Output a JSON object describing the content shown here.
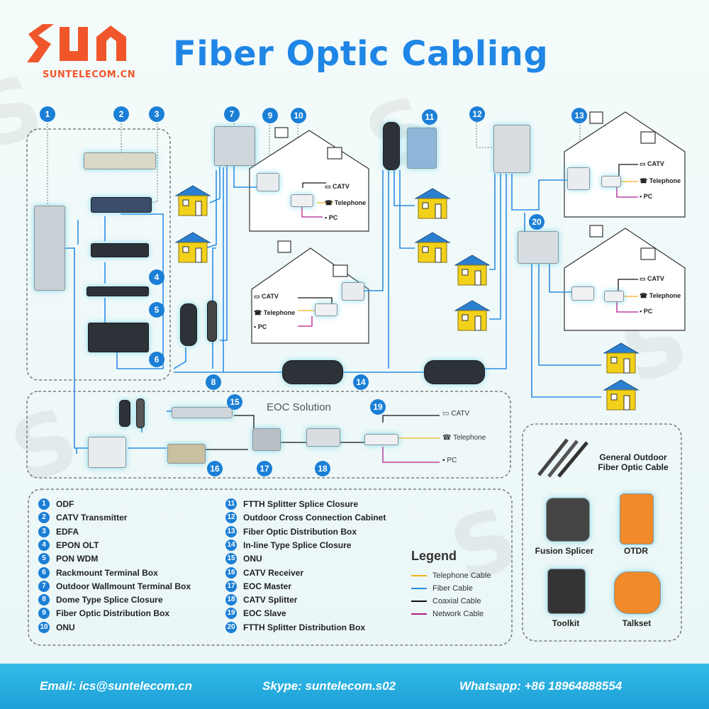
{
  "header": {
    "logo_text": "SUNTELECOM.CN",
    "title": "Fiber Optic Cabling"
  },
  "colors": {
    "fiber": "#2b8ee6",
    "telephone": "#f2b21a",
    "coaxial": "#111111",
    "network": "#b01e8c",
    "accent": "#1b7fd6",
    "logo": "#f0562a"
  },
  "markers": [
    "1",
    "2",
    "3",
    "4",
    "5",
    "6",
    "7",
    "8",
    "9",
    "10",
    "11",
    "12",
    "13",
    "14",
    "15",
    "16",
    "17",
    "18",
    "19",
    "20"
  ],
  "houses": {
    "catv": "CATV",
    "telephone": "Telephone",
    "pc": "PC"
  },
  "eoc": {
    "title": "EOC Solution",
    "catv": "CATV",
    "telephone": "Telephone",
    "pc": "PC"
  },
  "components": {
    "col1": [
      {
        "n": "1",
        "label": "ODF"
      },
      {
        "n": "2",
        "label": "CATV Transmitter"
      },
      {
        "n": "3",
        "label": "EDFA"
      },
      {
        "n": "4",
        "label": "EPON OLT"
      },
      {
        "n": "5",
        "label": "PON WDM"
      },
      {
        "n": "6",
        "label": "Rackmount Terminal Box"
      },
      {
        "n": "7",
        "label": "Outdoor Wallmount Terminal Box"
      },
      {
        "n": "8",
        "label": "Dome Type Splice Closure"
      },
      {
        "n": "9",
        "label": "Fiber Optic Distribution Box"
      },
      {
        "n": "10",
        "label": "ONU"
      }
    ],
    "col2": [
      {
        "n": "11",
        "label": "FTTH Splitter Splice Closure"
      },
      {
        "n": "12",
        "label": "Outdoor Cross Connection Cabinet"
      },
      {
        "n": "13",
        "label": "Fiber Optic Distribution Box"
      },
      {
        "n": "14",
        "label": "In-line Type Splice Closure"
      },
      {
        "n": "15",
        "label": "ONU"
      },
      {
        "n": "16",
        "label": "CATV Receiver"
      },
      {
        "n": "17",
        "label": "EOC Master"
      },
      {
        "n": "18",
        "label": "CATV Splitter"
      },
      {
        "n": "19",
        "label": "EOC Slave"
      },
      {
        "n": "20",
        "label": "FTTH Splitter Distribution Box"
      }
    ]
  },
  "legend": {
    "title": "Legend",
    "items": [
      {
        "label": "Telephone Cable",
        "color": "#f2b21a"
      },
      {
        "label": "Fiber Cable",
        "color": "#2b8ee6"
      },
      {
        "label": "Coaxial Cable",
        "color": "#111111"
      },
      {
        "label": "Network Cable",
        "color": "#b01e8c"
      }
    ]
  },
  "tools": {
    "cable": "General Outdoor\nFiber Optic Cable",
    "fusion": "Fusion Splicer",
    "otdr": "OTDR",
    "toolkit": "Toolkit",
    "talkset": "Talkset"
  },
  "footer": {
    "email": "Email: ics@suntelecom.cn",
    "skype": "Skype: suntelecom.s02",
    "whatsapp": "Whatsapp: +86 18964888554"
  }
}
